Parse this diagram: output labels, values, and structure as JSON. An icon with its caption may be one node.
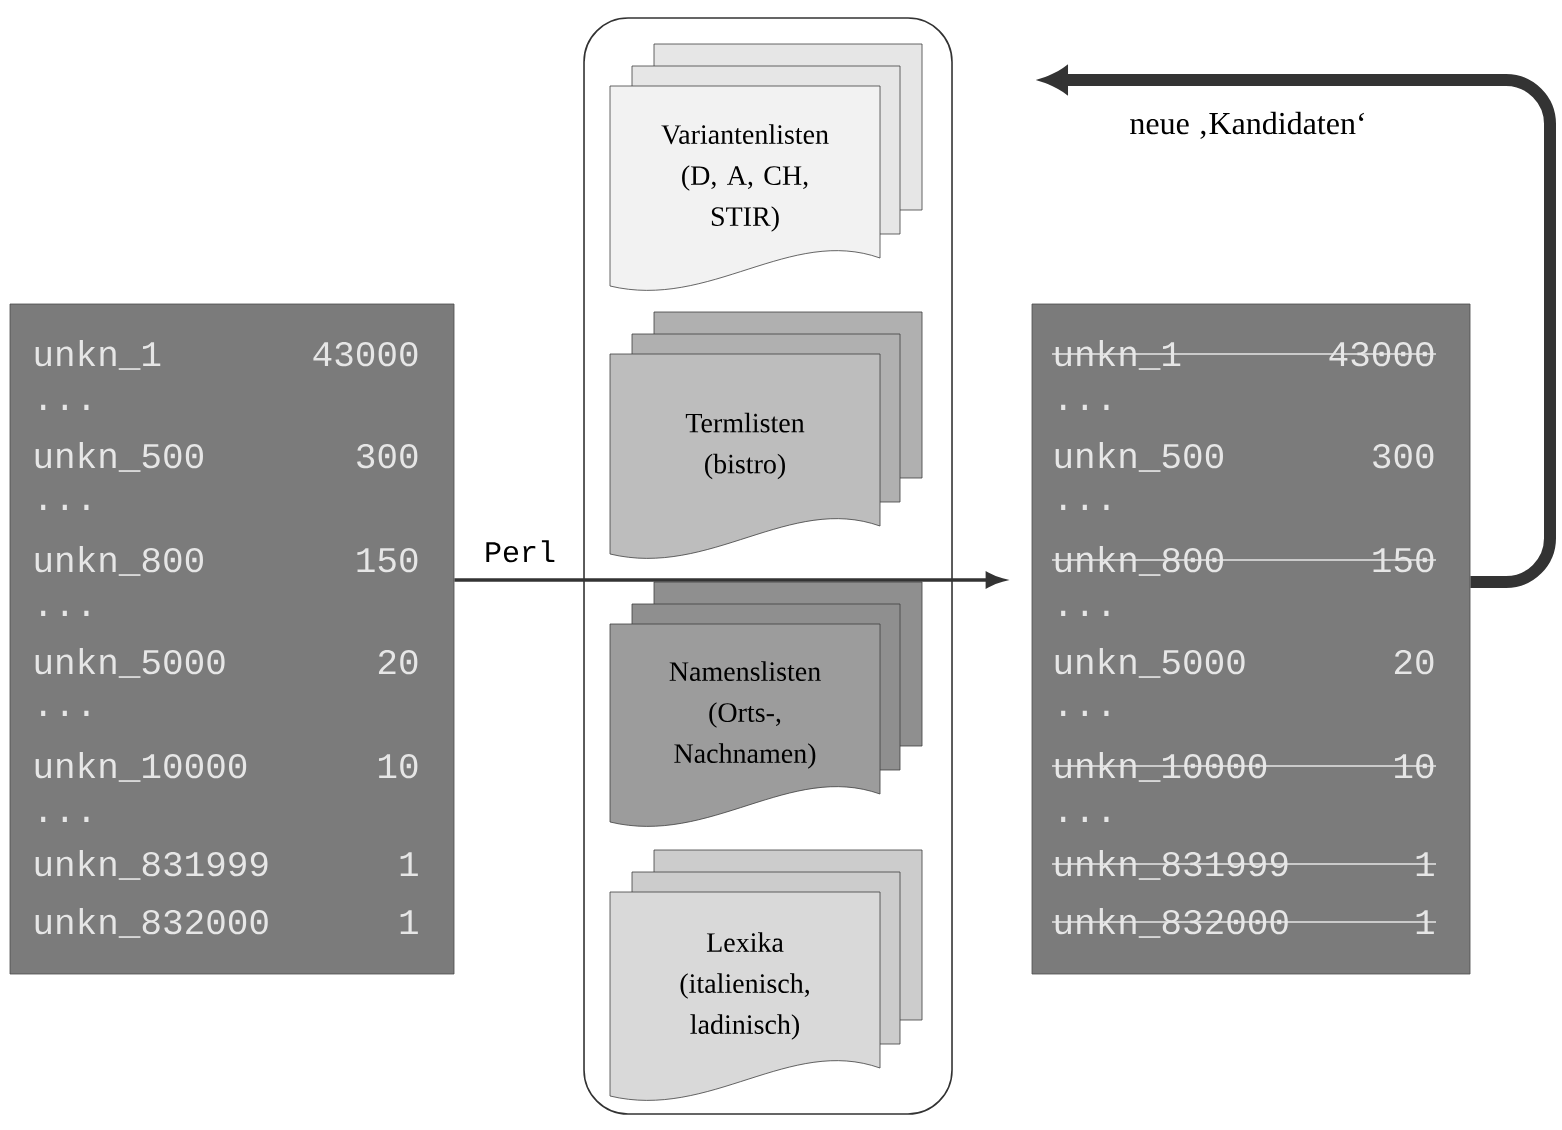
{
  "diagram": {
    "nodes": [
      {
        "text": [
          "unkn_1",
          "43000",
          "...",
          "unkn_500",
          "300",
          "...",
          "unkn_800",
          "150",
          "...",
          "unkn_5000",
          "20",
          "...",
          "unkn_10000",
          "10",
          "...",
          "unkn_831999",
          "1",
          "unkn_832000",
          "1"
        ]
      },
      {
        "text": [],
        "shape": "box"
      },
      {
        "text": [
          "Variantenlisten (D, A, CH, STIR)"
        ],
        "in": 1
      },
      {
        "text": [
          "Termlisten (bistro)"
        ],
        "in": 1
      },
      {
        "text": [
          "Namenslisten (Orts-, Nachnamen)"
        ],
        "in": 1
      },
      {
        "text": [
          "Lexika (italienisch, ladinisch)"
        ],
        "in": 1
      },
      {
        "text": [
          "unkn_1",
          "43000",
          "...",
          "unkn_500",
          "300",
          "...",
          "unkn_800",
          "150",
          "...",
          "unkn_5000",
          "20",
          "...",
          "unkn_10000",
          "10",
          "...",
          "unkn_831999",
          "1",
          "unkn_832000",
          "1"
        ]
      }
    ],
    "edges": [
      {
        "from": 0,
        "to": 6,
        "arrow": "to",
        "label": "Perl"
      },
      {
        "from": 6,
        "to": null,
        "arrow": "to",
        "label": "neue ‚Kandidaten‘",
        "style": "thick"
      }
    ]
  }
}
